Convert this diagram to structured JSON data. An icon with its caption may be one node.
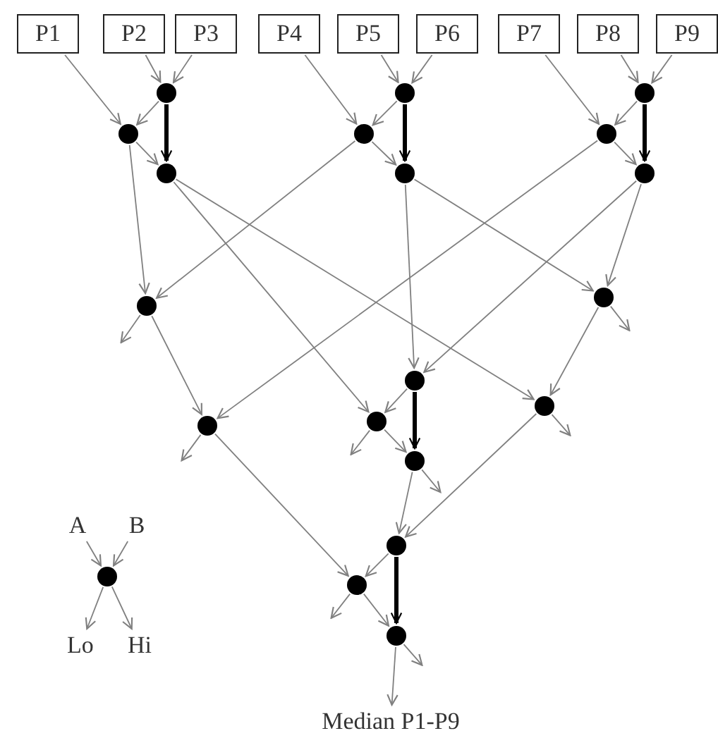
{
  "diagram": {
    "nodes": [
      {
        "text": [
          "P1"
        ]
      },
      {
        "text": [
          "P2"
        ]
      },
      {
        "text": [
          "P3"
        ]
      },
      {
        "text": [
          "P4"
        ]
      },
      {
        "text": [
          "P5"
        ]
      },
      {
        "text": [
          "P6"
        ]
      },
      {
        "text": [
          "P7"
        ]
      },
      {
        "text": [
          "P8"
        ]
      },
      {
        "text": [
          "P9"
        ]
      },
      {
        "text": [],
        "shape": "circle"
      },
      {
        "text": [],
        "shape": "circle"
      },
      {
        "text": [],
        "shape": "circle"
      },
      {
        "text": [],
        "shape": "circle"
      },
      {
        "text": [],
        "shape": "circle"
      },
      {
        "text": [],
        "shape": "circle"
      },
      {
        "text": [],
        "shape": "circle"
      },
      {
        "text": [],
        "shape": "circle"
      },
      {
        "text": [],
        "shape": "circle"
      },
      {
        "text": [],
        "shape": "circle"
      },
      {
        "text": [],
        "shape": "circle"
      },
      {
        "text": [],
        "shape": "circle"
      },
      {
        "text": [],
        "shape": "circle"
      },
      {
        "text": [],
        "shape": "circle"
      },
      {
        "text": [],
        "shape": "circle"
      },
      {
        "text": [],
        "shape": "circle"
      },
      {
        "text": [],
        "shape": "circle"
      },
      {
        "text": [],
        "shape": "circle"
      },
      {
        "text": [],
        "shape": "circle"
      },
      {
        "text": [
          "Median P1-P9"
        ]
      },
      {
        "text": [
          "A"
        ]
      },
      {
        "text": [
          "B"
        ]
      },
      {
        "text": [],
        "shape": "circle"
      },
      {
        "text": [
          "Lo"
        ]
      },
      {
        "text": [
          "Hi"
        ]
      }
    ],
    "edges": [
      {
        "from": 1,
        "to": 9,
        "arrow": "to"
      },
      {
        "from": 2,
        "to": 9,
        "arrow": "to"
      },
      {
        "from": 0,
        "to": 10,
        "arrow": "to"
      },
      {
        "from": 9,
        "to": 10,
        "arrow": "to"
      },
      {
        "from": 9,
        "to": 11,
        "arrow": "to",
        "style": "thick",
        "color": "#000000"
      },
      {
        "from": 10,
        "to": 11,
        "arrow": "to"
      },
      {
        "from": 4,
        "to": 12,
        "arrow": "to"
      },
      {
        "from": 5,
        "to": 12,
        "arrow": "to"
      },
      {
        "from": 3,
        "to": 13,
        "arrow": "to"
      },
      {
        "from": 12,
        "to": 13,
        "arrow": "to"
      },
      {
        "from": 12,
        "to": 14,
        "arrow": "to",
        "style": "thick",
        "color": "#000000"
      },
      {
        "from": 13,
        "to": 14,
        "arrow": "to"
      },
      {
        "from": 7,
        "to": 15,
        "arrow": "to"
      },
      {
        "from": 8,
        "to": 15,
        "arrow": "to"
      },
      {
        "from": 6,
        "to": 16,
        "arrow": "to"
      },
      {
        "from": 15,
        "to": 16,
        "arrow": "to"
      },
      {
        "from": 15,
        "to": 17,
        "arrow": "to",
        "style": "thick",
        "color": "#000000"
      },
      {
        "from": 16,
        "to": 17,
        "arrow": "to"
      },
      {
        "from": 10,
        "to": 19,
        "arrow": "to"
      },
      {
        "from": 13,
        "to": 19,
        "arrow": "to"
      },
      {
        "from": 11,
        "to": 22,
        "arrow": "to"
      },
      {
        "from": 11,
        "to": 21,
        "arrow": "to"
      },
      {
        "from": 14,
        "to": 20,
        "arrow": "to"
      },
      {
        "from": 14,
        "to": 18,
        "arrow": "to"
      },
      {
        "from": 16,
        "to": 23,
        "arrow": "to"
      },
      {
        "from": 17,
        "to": 20,
        "arrow": "to"
      },
      {
        "from": 17,
        "to": 18,
        "arrow": "to"
      },
      {
        "from": 19,
        "to": null,
        "arrow": "to"
      },
      {
        "from": 19,
        "to": 23,
        "arrow": "to"
      },
      {
        "from": 18,
        "to": null,
        "arrow": "to"
      },
      {
        "from": 18,
        "to": 21,
        "arrow": "to"
      },
      {
        "from": 20,
        "to": 22,
        "arrow": "to"
      },
      {
        "from": 20,
        "to": 24,
        "arrow": "to",
        "style": "thick",
        "color": "#000000"
      },
      {
        "from": 22,
        "to": null,
        "arrow": "to"
      },
      {
        "from": 22,
        "to": 24,
        "arrow": "to"
      },
      {
        "from": 21,
        "to": null,
        "arrow": "to"
      },
      {
        "from": 21,
        "to": 25,
        "arrow": "to"
      },
      {
        "from": 23,
        "to": null,
        "arrow": "to"
      },
      {
        "from": 23,
        "to": 26,
        "arrow": "to"
      },
      {
        "from": 24,
        "to": null,
        "arrow": "to"
      },
      {
        "from": 24,
        "to": 25,
        "arrow": "to"
      },
      {
        "from": 25,
        "to": 26,
        "arrow": "to"
      },
      {
        "from": 25,
        "to": 27,
        "arrow": "to",
        "style": "thick",
        "color": "#000000"
      },
      {
        "from": 26,
        "to": null,
        "arrow": "to"
      },
      {
        "from": 26,
        "to": 27,
        "arrow": "to"
      },
      {
        "from": 27,
        "to": null,
        "arrow": "to"
      },
      {
        "from": 27,
        "to": 28,
        "arrow": "to"
      },
      {
        "from": 29,
        "to": 31,
        "arrow": "to"
      },
      {
        "from": 30,
        "to": 31,
        "arrow": "to"
      },
      {
        "from": 31,
        "to": 32,
        "arrow": "to"
      },
      {
        "from": 31,
        "to": 33,
        "arrow": "to"
      }
    ]
  }
}
